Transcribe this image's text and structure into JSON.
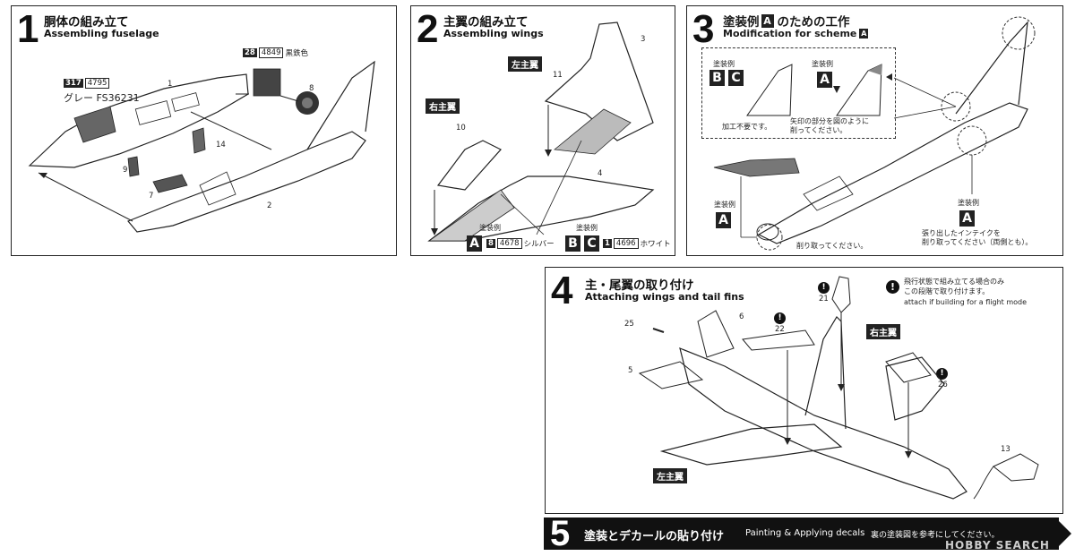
{
  "step1": {
    "number": "1",
    "title_jp": "胴体の組み立て",
    "title_en": "Assembling fuselage",
    "paint_black": {
      "code_num": "28",
      "code_val": "4849",
      "label": "黒鉄色"
    },
    "paint_grey": {
      "code_num": "317",
      "code_val": "4795",
      "label": "グレー FS36231"
    },
    "parts": [
      "1",
      "8",
      "9",
      "7",
      "14",
      "2"
    ]
  },
  "step2": {
    "number": "2",
    "title_jp": "主翼の組み立て",
    "title_en": "Assembling wings",
    "left_wing_tag": "左主翼",
    "right_wing_tag": "右主翼",
    "parts": [
      "3",
      "11",
      "10",
      "4"
    ],
    "scheme_label_1": "塗装例",
    "scheme_A": "A",
    "paint_silver": {
      "code_num": "8",
      "code_val": "4678",
      "label": "シルバー"
    },
    "scheme_label_2": "塗装例",
    "scheme_B": "B",
    "scheme_C": "C",
    "paint_white": {
      "code_num": "1",
      "code_val": "4696",
      "label": "ホワイト"
    }
  },
  "step3": {
    "number": "3",
    "title_jp_pre": "塗装例",
    "title_jp_letter": "A",
    "title_jp_post": "のための工作",
    "title_en": "Modification for scheme",
    "title_en_letter": "A",
    "bc_label": "塗装例",
    "bc_B": "B",
    "bc_C": "C",
    "bc_note": "加工不要です。",
    "a_label": "塗装例",
    "a_letter": "A",
    "a_note_1": "矢印の部分を図のように",
    "a_note_2": "削ってください。",
    "nose_label": "塗装例",
    "nose_letter": "A",
    "nose_note": "削り取ってください。",
    "intake_label": "塗装例",
    "intake_letter": "A",
    "intake_note_1": "張り出したインテイクを",
    "intake_note_2": "削り取ってください（両側とも）。"
  },
  "step4": {
    "number": "4",
    "title_jp": "主・尾翼の取り付け",
    "title_en": "Attaching wings and tail fins",
    "note_jp_1": "飛行状態で組み立てる場合のみ",
    "note_jp_2": "この段階で取り付けます。",
    "note_en": "attach if building for a flight mode",
    "right_wing_tag": "右主翼",
    "left_wing_tag": "左主翼",
    "parts": {
      "p21": "21",
      "p22": "22",
      "p25": "25",
      "p6": "6",
      "p5": "5",
      "p26": "26",
      "p13": "13"
    }
  },
  "step5": {
    "number": "5",
    "title_jp": "塗装とデカールの貼り付け",
    "title_en": "Painting & Applying decals",
    "note_jp": "裏の塗装図を参考にしてください。"
  },
  "watermark": "HOBBY SEARCH"
}
